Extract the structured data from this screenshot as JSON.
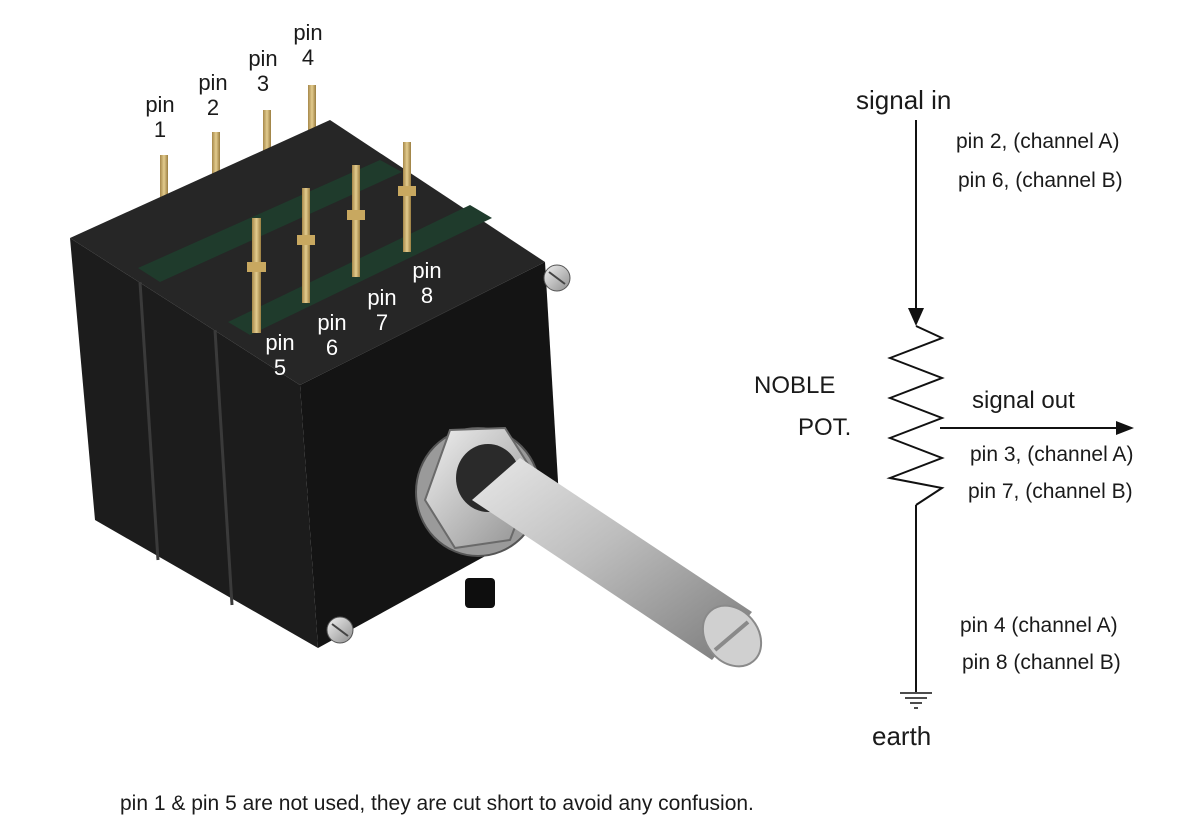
{
  "pin_labels": [
    {
      "word": "pin",
      "num": "1"
    },
    {
      "word": "pin",
      "num": "2"
    },
    {
      "word": "pin",
      "num": "3"
    },
    {
      "word": "pin",
      "num": "4"
    },
    {
      "word": "pin",
      "num": "5"
    },
    {
      "word": "pin",
      "num": "6"
    },
    {
      "word": "pin",
      "num": "7"
    },
    {
      "word": "pin",
      "num": "8"
    }
  ],
  "schematic": {
    "signal_in": "signal in",
    "input_pins": [
      "pin 2,  (channel A)",
      "pin 6,  (channel B)"
    ],
    "pot_label_line1": "NOBLE",
    "pot_label_line2": "POT.",
    "signal_out": "signal out",
    "output_pins": [
      "pin 3,  (channel A)",
      "pin 7,  (channel B)"
    ],
    "earth_pins": [
      "pin  4 (channel A)",
      "pin 8 (channel B)"
    ],
    "earth": "earth"
  },
  "footnote": "pin 1 & pin 5 are not used, they are cut short to avoid any confusion.",
  "colors": {
    "body": "#1c1c1c",
    "pin_gold": "#c8a860",
    "pcb_green": "#1f3b2c",
    "shaft": "#b9b9b9",
    "line": "#111111"
  }
}
